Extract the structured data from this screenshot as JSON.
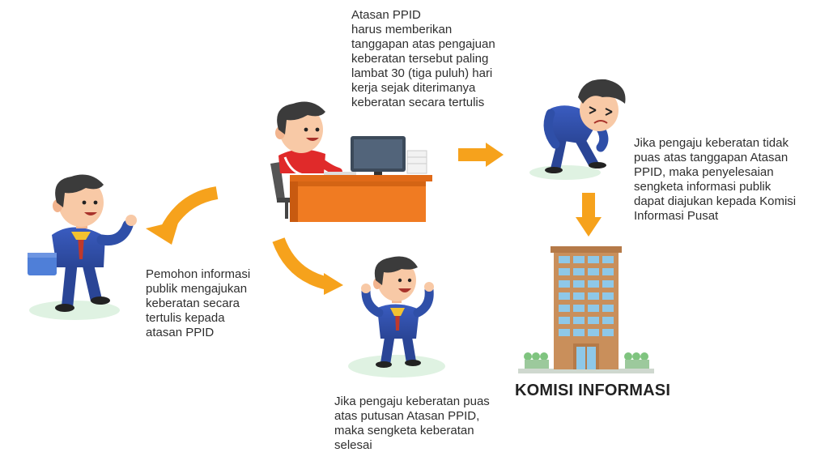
{
  "texts": {
    "atasan": "Atasan PPID\nharus memberikan\ntanggapan atas pengajuan\nkeberatan tersebut paling\nlambat 30 (tiga puluh) hari\nkerja sejak diterimanya\nkeberatan secara tertulis",
    "pemohon": "Pemohon informasi\npublik mengajukan\nkeberatan secara\ntertulis kepada\natasan PPID",
    "tidak_puas": "Jika pengaju keberatan tidak\npuas atas tanggapan Atasan\nPPID, maka penyelesaian\nsengketa informasi publik\ndapat diajukan kepada Komisi\nInformasi Pusat",
    "puas": "Jika pengaju keberatan puas\natas putusan Atasan PPID,\nmaka sengketa keberatan\nselesai",
    "komisi": "KOMISI INFORMASI"
  },
  "icons": {
    "pemohon": "businessman-holding-folder-icon",
    "atasan": "businessman-at-desk-icon",
    "sad": "businessman-sad-icon",
    "happy": "businessman-cheering-icon",
    "building": "office-building-icon"
  },
  "colors": {
    "arrow": "#f6a21c",
    "suit": "#2f4fa8",
    "hair": "#3b3b3b",
    "skin": "#f8c9a6",
    "desk": "#f07b22",
    "shadow": "#dff2e2",
    "building": "#c98f5b",
    "window": "#8ec8e8"
  }
}
